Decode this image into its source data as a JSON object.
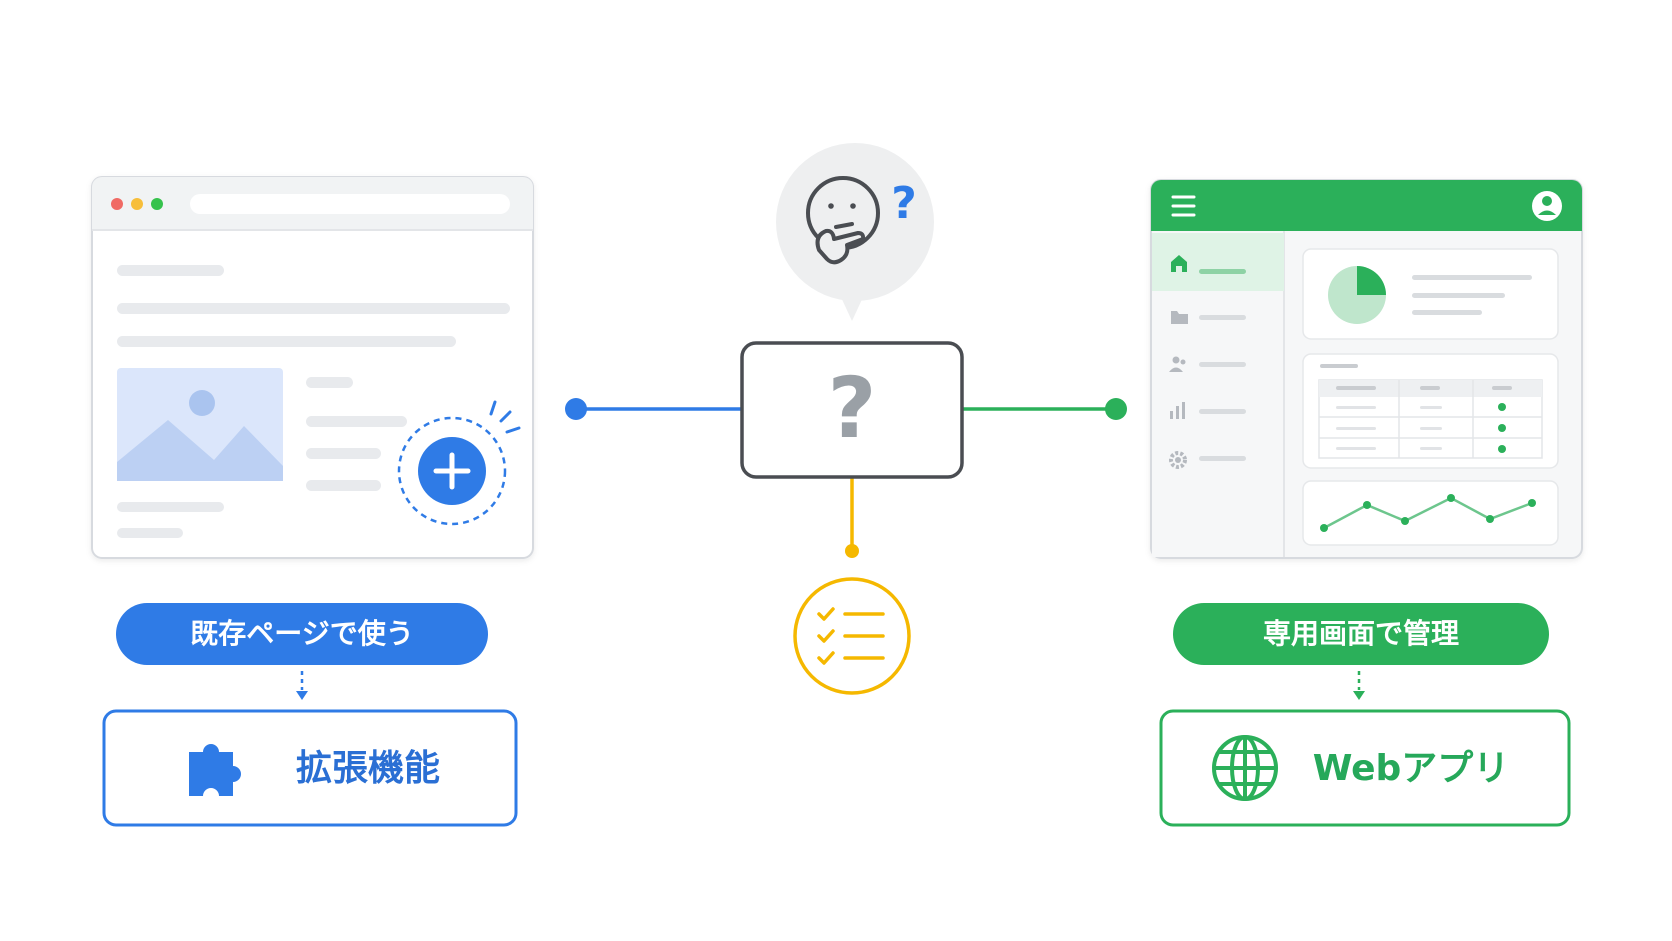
{
  "left": {
    "pill_label": "既存ページで使う",
    "result_label": "拡張機能",
    "icon": "puzzle-piece-icon",
    "color": "#2f7be6"
  },
  "center": {
    "box_symbol": "?",
    "bubble_symbol": "?",
    "bubble_icon": "thinking-face-icon",
    "checklist_icon": "checklist-icon",
    "color_yellow": "#f5b800"
  },
  "right": {
    "pill_label": "専用画面で管理",
    "result_label": "Webアプリ",
    "icon": "globe-icon",
    "color": "#2bb05a"
  }
}
